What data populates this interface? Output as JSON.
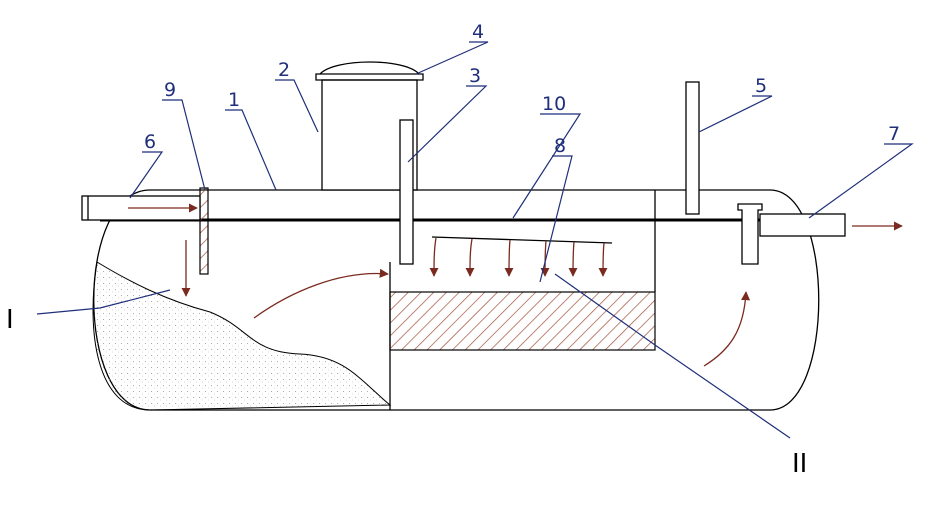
{
  "labels": {
    "n1": "1",
    "n2": "2",
    "n3": "3",
    "n4": "4",
    "n5": "5",
    "n6": "6",
    "n7": "7",
    "n8": "8",
    "n9": "9",
    "n10": "10",
    "zone1": "I",
    "zone2": "II"
  },
  "colors": {
    "line": "#000000",
    "label": "#1f2f7a",
    "flow_arrow": "#7a2a1f",
    "hatch": "#a0523d"
  }
}
